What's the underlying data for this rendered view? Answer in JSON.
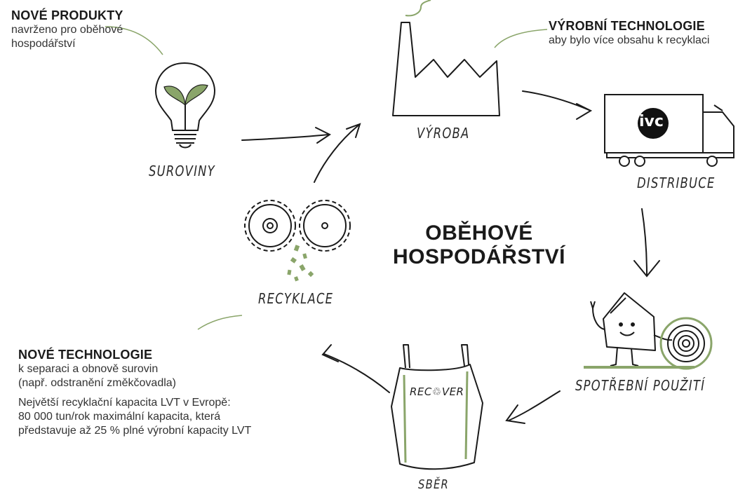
{
  "notes": {
    "new_products": {
      "title": "NOVÉ PRODUKTY",
      "lines": [
        "navrženo pro oběhové",
        "hospodářství"
      ]
    },
    "production_tech": {
      "title": "VÝROBNÍ TECHNOLOGIE",
      "lines": [
        "aby bylo více obsahu k recyklaci"
      ]
    },
    "new_tech": {
      "title": "NOVÉ TECHNOLOGIE",
      "lines": [
        "k separaci a obnově surovin",
        "(např. odstranění změkčovadla)"
      ],
      "extra": [
        "Největší recyklační kapacita LVT v Evropě:",
        "80 000 tun/rok maximální kapacita, která",
        "představuje až 25 % plné výrobní kapacity LVT"
      ]
    }
  },
  "stages": {
    "raw_materials": "SUROVINY",
    "production": "VÝROBA",
    "distribution": "DISTRIBUCE",
    "consumer_use": "SPOTŘEBNÍ POUŽITÍ",
    "collection": "SBĚR",
    "recycling": "RECYKLACE"
  },
  "center": {
    "line1": "OBĚHOVÉ",
    "line2": "HOSPODÁŘSTVÍ"
  },
  "truck_logo": "ivc",
  "bag_label": "REC♲VER",
  "colors": {
    "accent_green": "#8aa56a",
    "ink": "#1a1a1a"
  }
}
